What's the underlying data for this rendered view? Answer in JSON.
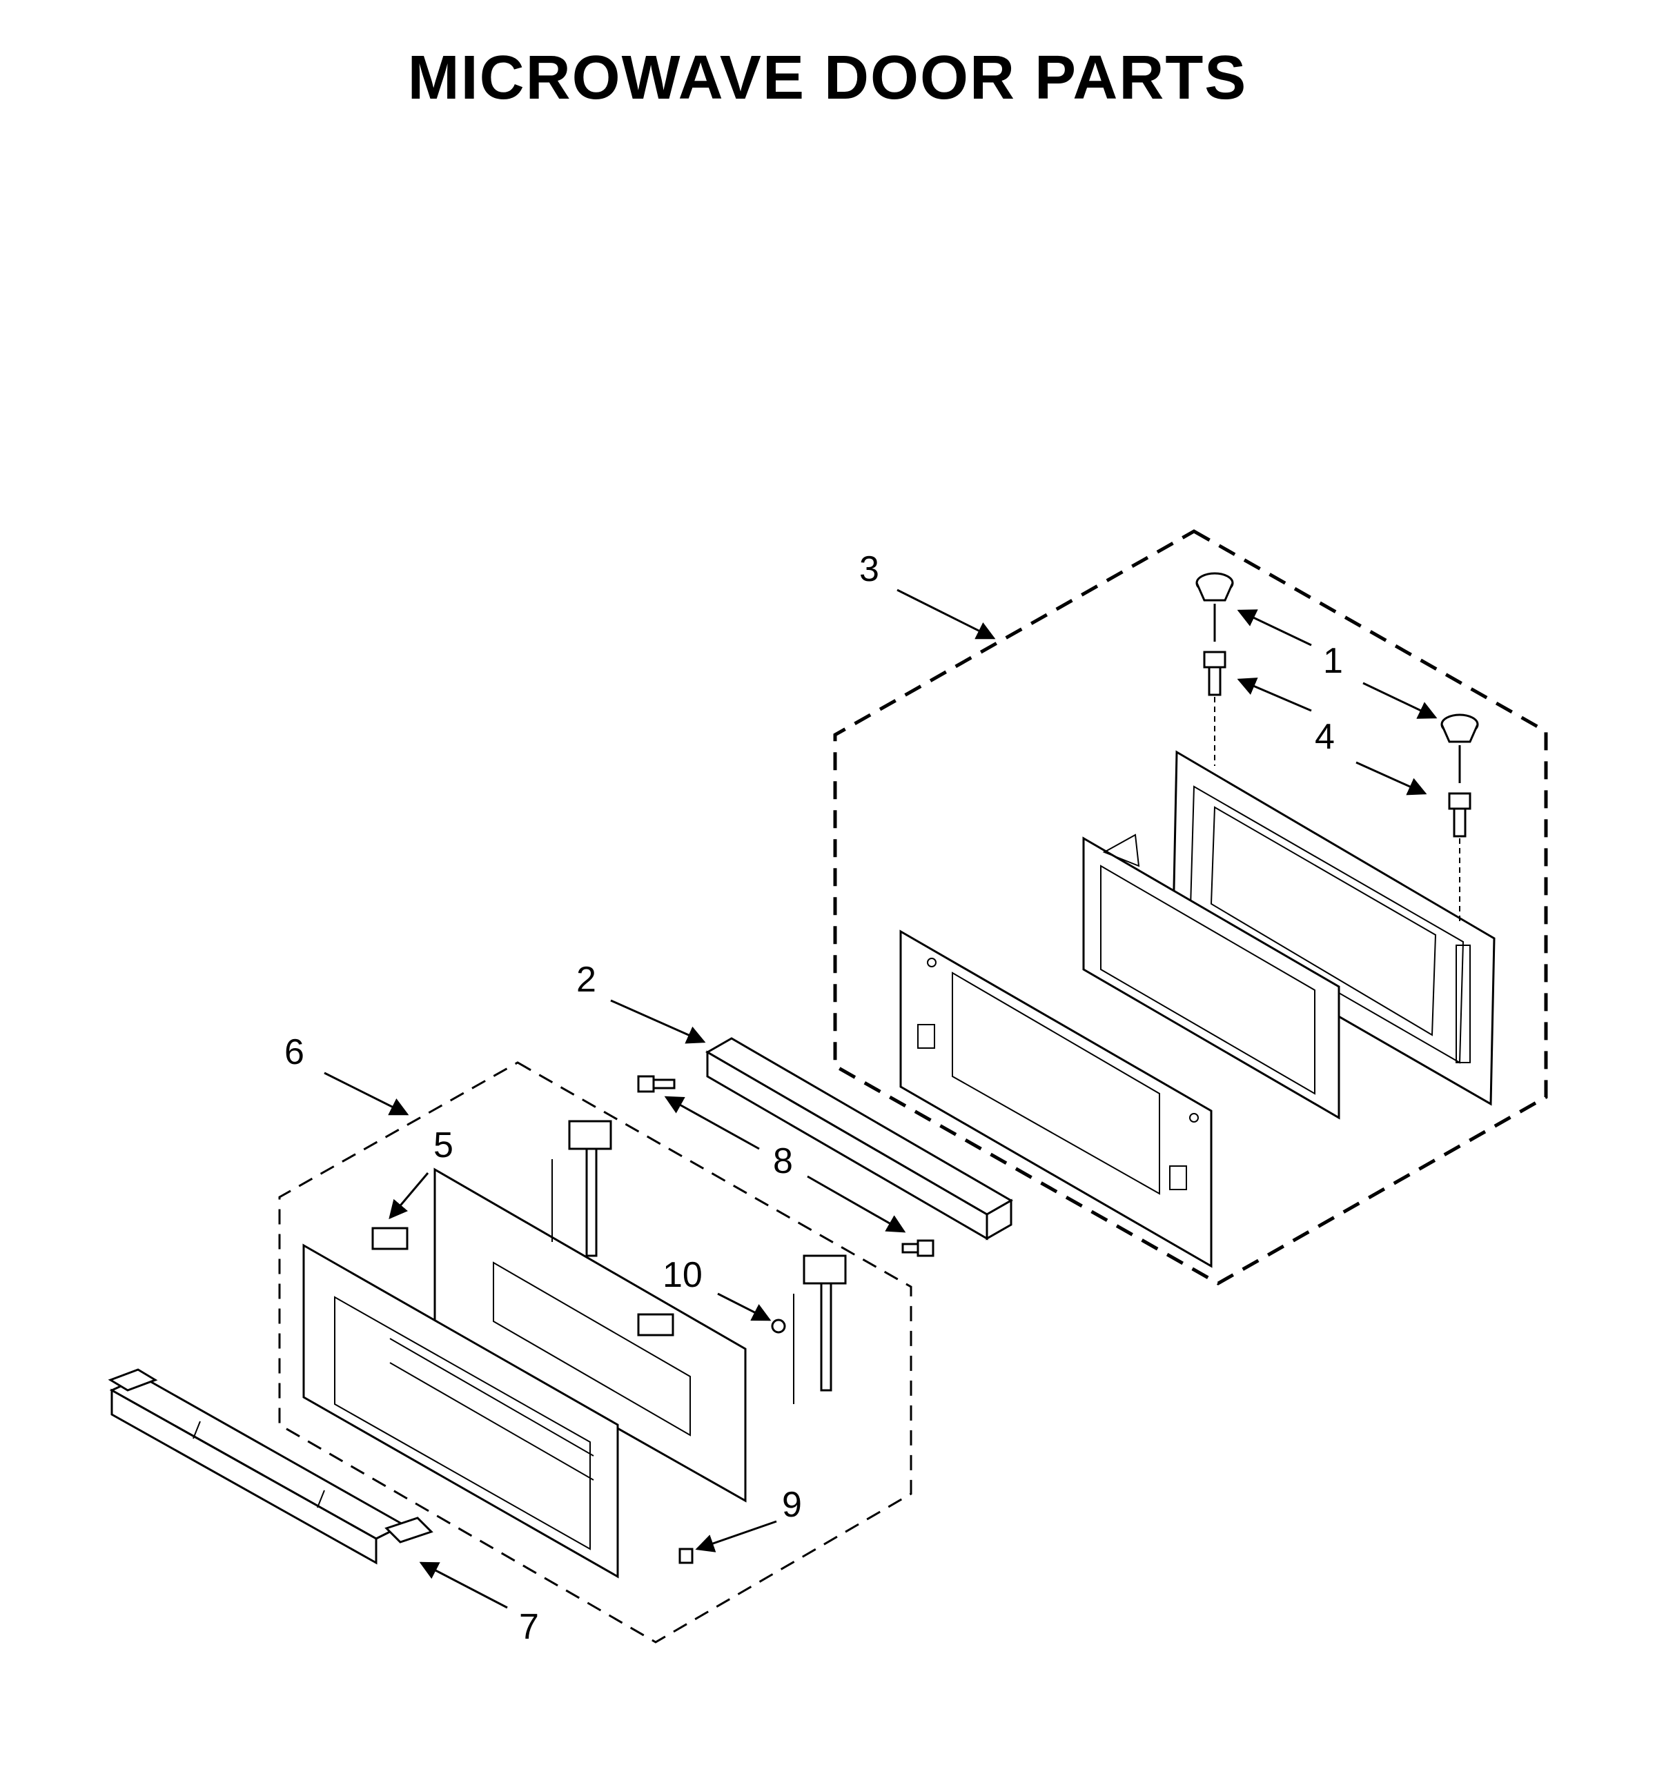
{
  "title": "MICROWAVE DOOR PARTS",
  "callouts": {
    "c1": "1",
    "c2": "2",
    "c3": "3",
    "c4": "4",
    "c5": "5",
    "c6": "6",
    "c7": "7",
    "c8": "8",
    "c9": "9",
    "c10": "10"
  }
}
